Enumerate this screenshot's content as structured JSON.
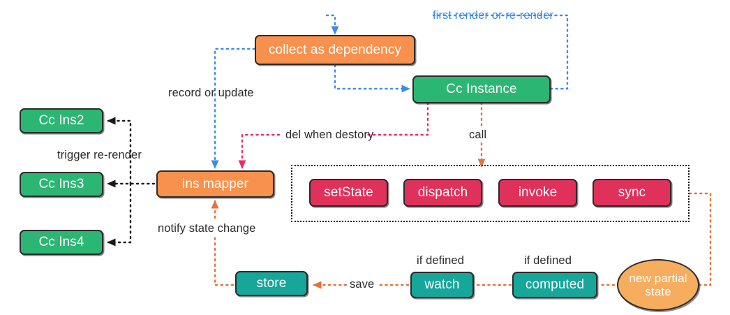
{
  "diagram": {
    "title": "concent state flow diagram",
    "colors": {
      "orange": "#f7914d",
      "green": "#2cb673",
      "teal": "#16a69a",
      "crimson": "#e0315b",
      "orange_ellipse": "#f7ad5e",
      "blue_edge": "#3d8ce8",
      "pink_edge": "#ed2a62",
      "orange_edge": "#e8703a",
      "black_edge": "#111111",
      "label_text": "#2b2b2b",
      "border": "#2b2b2b",
      "background": "#ffffff"
    },
    "nodes": [
      {
        "id": "collect",
        "label": "collect as dependency",
        "shape": "rect",
        "color": "orange"
      },
      {
        "id": "ccinstance",
        "label": "Cc Instance",
        "shape": "rect",
        "color": "green"
      },
      {
        "id": "insmapper",
        "label": "ins mapper",
        "shape": "rect",
        "color": "orange"
      },
      {
        "id": "ccins2",
        "label": "Cc Ins2",
        "shape": "rect",
        "color": "green"
      },
      {
        "id": "ccins3",
        "label": "Cc Ins3",
        "shape": "rect",
        "color": "green"
      },
      {
        "id": "ccins4",
        "label": "Cc Ins4",
        "shape": "rect",
        "color": "green"
      },
      {
        "id": "setstate",
        "label": "setState",
        "shape": "rect",
        "color": "crimson"
      },
      {
        "id": "dispatch",
        "label": "dispatch",
        "shape": "rect",
        "color": "crimson"
      },
      {
        "id": "invoke",
        "label": "invoke",
        "shape": "rect",
        "color": "crimson"
      },
      {
        "id": "sync",
        "label": "sync",
        "shape": "rect",
        "color": "crimson"
      },
      {
        "id": "store",
        "label": "store",
        "shape": "rect",
        "color": "teal"
      },
      {
        "id": "watch",
        "label": "watch",
        "shape": "rect",
        "color": "teal"
      },
      {
        "id": "computed",
        "label": "computed",
        "shape": "rect",
        "color": "teal"
      },
      {
        "id": "newpartial",
        "label": "new partial state",
        "shape": "ellipse",
        "color": "orange_ellipse"
      }
    ],
    "edge_labels": [
      {
        "id": "first-render",
        "text": "first render or re-render",
        "color": "blue"
      },
      {
        "id": "record-update",
        "text": "record or update",
        "color": "black"
      },
      {
        "id": "del-destory",
        "text": "del when destory",
        "color": "black"
      },
      {
        "id": "call",
        "text": "call",
        "color": "black"
      },
      {
        "id": "trigger",
        "text": "trigger re-render",
        "color": "black"
      },
      {
        "id": "notify",
        "text": "notify state change",
        "color": "black"
      },
      {
        "id": "save",
        "text": "save",
        "color": "black"
      },
      {
        "id": "if-defined-1",
        "text": "if defined",
        "color": "black"
      },
      {
        "id": "if-defined-2",
        "text": "if defined",
        "color": "black"
      }
    ]
  }
}
